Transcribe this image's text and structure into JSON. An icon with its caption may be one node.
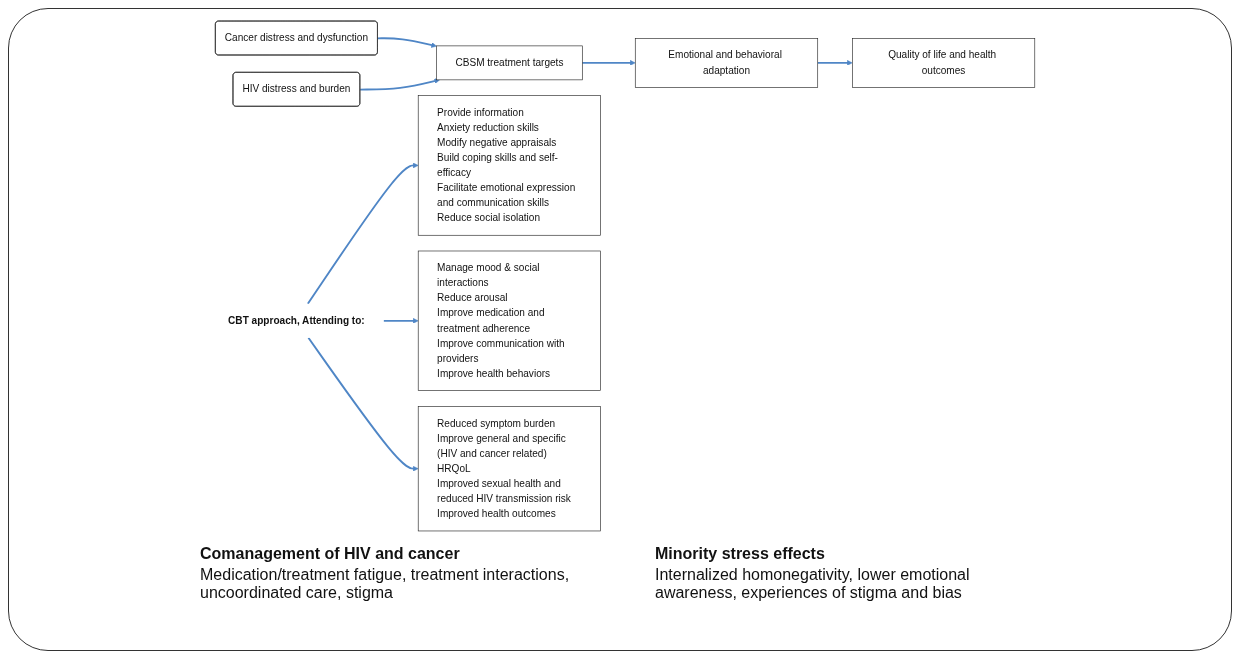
{
  "diagram": {
    "nodes": [
      {
        "text": [
          "Cancer distress and dysfunction"
        ]
      },
      {
        "text": [
          "HIV distress and burden"
        ]
      },
      {
        "text": [
          "CBSM treatment targets"
        ]
      },
      {
        "text": [
          "Provide information",
          "Anxiety reduction skills",
          "Modify negative appraisals",
          "Build coping skills and self-efficacy",
          "Facilitate emotional expression and communication skills",
          "Reduce social isolation"
        ]
      },
      {
        "text": [
          "Emotional and behavioral adaptation"
        ]
      },
      {
        "text": [
          "Manage mood & social interactions",
          "Reduce arousal",
          "Improve medication and treatment adherence",
          "Improve communication with providers",
          "Improve health behaviors"
        ]
      },
      {
        "text": [
          "Quality of life and health outcomes"
        ]
      },
      {
        "text": [
          "Reduced symptom burden",
          "Improve general and specific (HIV and cancer related) HRQoL",
          "Improved sexual health and reduced HIV transmission risk",
          "Improved health outcomes"
        ]
      },
      {
        "text": [
          "CBT approach, Attending to:"
        ]
      }
    ],
    "edges": [
      {
        "from": 0,
        "to": 2,
        "arrow": "to"
      },
      {
        "from": 1,
        "to": 2,
        "arrow": "to"
      },
      {
        "from": 2,
        "to": 4,
        "arrow": "to"
      },
      {
        "from": 4,
        "to": 6,
        "arrow": "to"
      },
      {
        "from": 8,
        "to": 3,
        "arrow": "to"
      },
      {
        "from": 8,
        "to": 5,
        "arrow": "to"
      },
      {
        "from": 8,
        "to": 7,
        "arrow": "to"
      }
    ],
    "labels": [
      "Comanagement of HIV and cancer",
      "Medication/treatment fatigue, treatment interactions, uncoordinated care, stigma",
      "Minority stress effects",
      "Internalized homonegativity, lower emotional awareness, experiences of stigma and bias"
    ]
  }
}
